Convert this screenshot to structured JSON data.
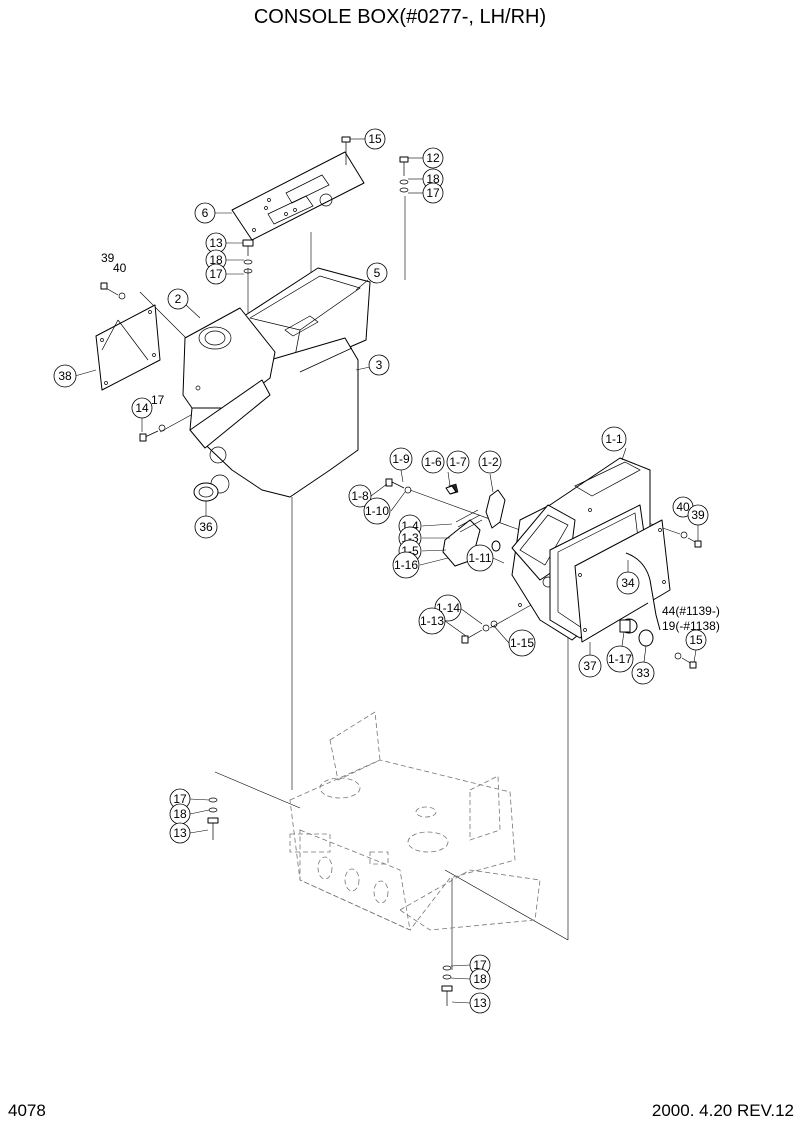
{
  "title": "CONSOLE BOX(#0277-, LH/RH)",
  "page_number": "4078",
  "revision": "2000. 4.20 REV.12",
  "callouts": [
    {
      "key": "c15a",
      "text": "15"
    },
    {
      "key": "c12",
      "text": "12"
    },
    {
      "key": "c18a",
      "text": "18"
    },
    {
      "key": "c17a",
      "text": "17"
    },
    {
      "key": "c6",
      "text": "6"
    },
    {
      "key": "c13a",
      "text": "13"
    },
    {
      "key": "c18b",
      "text": "18"
    },
    {
      "key": "c17b",
      "text": "17"
    },
    {
      "key": "c5",
      "text": "5"
    },
    {
      "key": "c2",
      "text": "2"
    },
    {
      "key": "c3",
      "text": "3"
    },
    {
      "key": "c38",
      "text": "38"
    },
    {
      "key": "c14",
      "text": "14"
    },
    {
      "key": "c36",
      "text": "36"
    },
    {
      "key": "c1_1",
      "text": "1-1"
    },
    {
      "key": "c1_9",
      "text": "1-9"
    },
    {
      "key": "c1_6",
      "text": "1-6"
    },
    {
      "key": "c1_7",
      "text": "1-7"
    },
    {
      "key": "c1_2",
      "text": "1-2"
    },
    {
      "key": "c1_8",
      "text": "1-8"
    },
    {
      "key": "c1_10",
      "text": "1-10"
    },
    {
      "key": "c1_4",
      "text": "1-4"
    },
    {
      "key": "c1_3",
      "text": "1-3"
    },
    {
      "key": "c1_5",
      "text": "1-5"
    },
    {
      "key": "c1_16",
      "text": "1-16"
    },
    {
      "key": "c1_11",
      "text": "1-11"
    },
    {
      "key": "c40b",
      "text": "40"
    },
    {
      "key": "c39b",
      "text": "39"
    },
    {
      "key": "c34",
      "text": "34"
    },
    {
      "key": "c1_14",
      "text": "1-14"
    },
    {
      "key": "c1_13",
      "text": "1-13"
    },
    {
      "key": "c1_15",
      "text": "1-15"
    },
    {
      "key": "c15b",
      "text": "15"
    },
    {
      "key": "c37",
      "text": "37"
    },
    {
      "key": "c1_17",
      "text": "1-17"
    },
    {
      "key": "c33",
      "text": "33"
    },
    {
      "key": "c17c",
      "text": "17"
    },
    {
      "key": "c18c",
      "text": "18"
    },
    {
      "key": "c13b",
      "text": "13"
    },
    {
      "key": "c17d",
      "text": "17"
    },
    {
      "key": "c18d",
      "text": "18"
    },
    {
      "key": "c13c",
      "text": "13"
    }
  ],
  "plain_labels": {
    "l39": "39",
    "l40": "40",
    "l17": "17",
    "l44": "44(#1139-)",
    "l19": "19(-#1138)"
  }
}
